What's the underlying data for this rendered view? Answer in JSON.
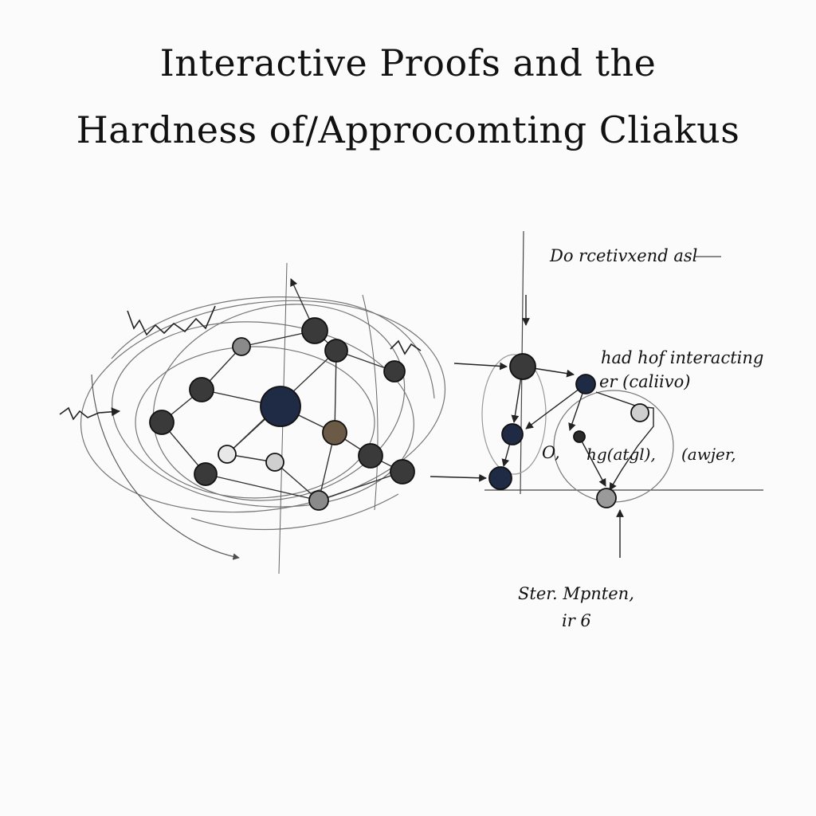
{
  "title": {
    "line1": "Interactive Proofs and the",
    "line2": "Hardness of/Approcomting Cliakus"
  },
  "annotations": {
    "top_right": "Do rcetivxend asl",
    "hard_interacting": "had hof interacting",
    "caliivo": "er (caliivo)",
    "o_label": "O,",
    "hgl": "hg(atgl),",
    "awer": "(awjer,",
    "ster_mpnten": "Ster. Mpnten,",
    "ir6": "ir 6"
  },
  "colors": {
    "ink": "#111111",
    "node_dark": "#3a3a3a",
    "node_navy": "#1f2a44",
    "node_brown": "#6b5a45",
    "node_gray": "#8a8a8a",
    "paper": "#fbfbfb"
  }
}
